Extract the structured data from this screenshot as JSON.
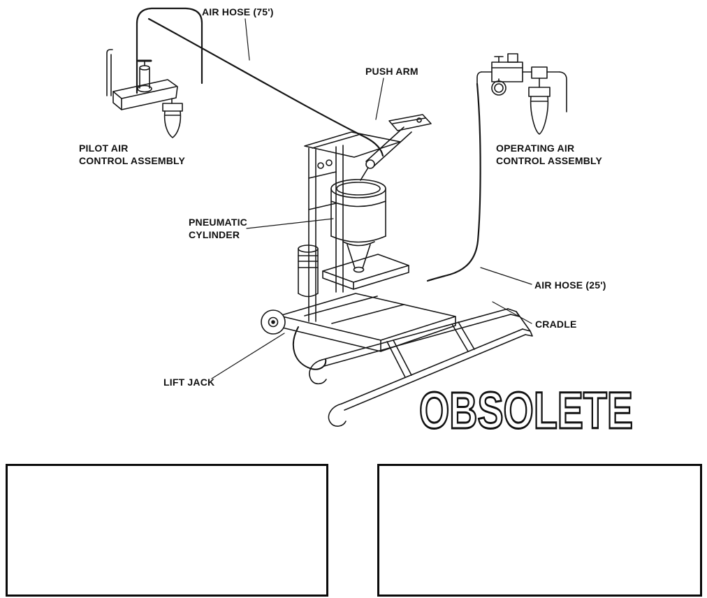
{
  "colors": {
    "ink": "#161616",
    "background": "#ffffff",
    "stamp_fill": "#ffffff",
    "stamp_outline": "#111111"
  },
  "figure": {
    "labels": {
      "air_hose_75": "AIR HOSE (75')",
      "push_arm": "PUSH ARM",
      "pilot_air": {
        "line1": "PILOT AIR",
        "line2": "CONTROL ASSEMBLY"
      },
      "operating_air": {
        "line1": "OPERATING AIR",
        "line2": "CONTROL ASSEMBLY"
      },
      "pneumatic_cylinder": {
        "line1": "PNEUMATIC",
        "line2": "CYLINDER"
      },
      "air_hose_25": "AIR HOSE (25')",
      "cradle": "CRADLE",
      "lift_jack": "LIFT JACK"
    },
    "stamp": "OBSOLETE"
  }
}
